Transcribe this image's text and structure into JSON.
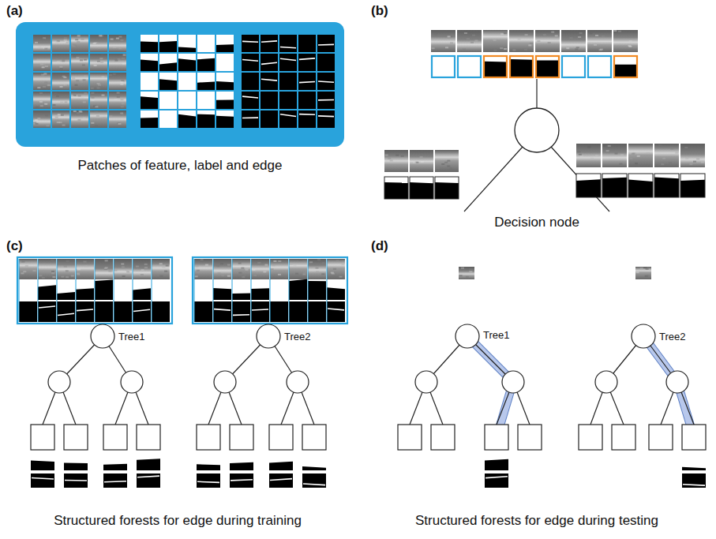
{
  "diagram": {
    "labels": [
      "(a)",
      "Patches of feature, label and edge",
      "(b)",
      "Decision node",
      "(c)",
      "Tree1",
      "Tree2",
      "Structured forests for edge during training",
      "(d)",
      "Tree1",
      "Tree2",
      "Structured forests for edge during testing"
    ]
  }
}
